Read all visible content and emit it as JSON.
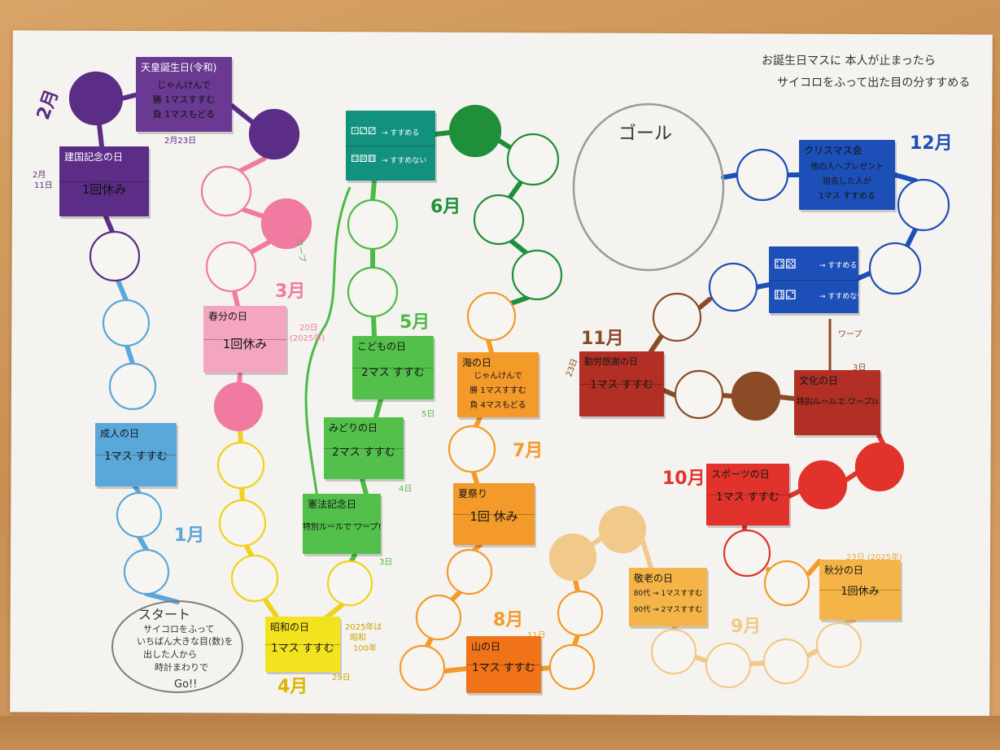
{
  "rule_text": {
    "line1": "お誕生日マスに 本人が止まったら",
    "line2": "サイコロをふって出た目の分すすめる"
  },
  "goal_label": "ゴール",
  "start": {
    "title": "スタート",
    "lines": [
      "サイコロをふって",
      "いちばん大きな目(数)を",
      "出した人から",
      "時計まわりで",
      "Go!!"
    ]
  },
  "months": {
    "jan": "1月",
    "feb": "2月",
    "mar": "3月",
    "apr": "4月",
    "may": "5月",
    "jun": "6月",
    "jul": "7月",
    "aug": "8月",
    "sep": "9月",
    "oct": "10月",
    "nov": "11月",
    "dec": "12月"
  },
  "notes": {
    "feb23": "2月23日",
    "feb11_a": "2月",
    "feb11_b": "11日",
    "mar20_a": "20日",
    "mar20_b": "(2025年)",
    "apr29": "29日",
    "showa_a": "2025年は",
    "showa_b": "昭和",
    "showa_c": "100年",
    "may3": "3日",
    "may4": "4日",
    "may5": "5日",
    "aug11": "11日",
    "sep23": "23日 (2025年)",
    "nov3": "3日",
    "nov23": "23日",
    "warp1": "ワープ",
    "warp2": "ワープ"
  },
  "cards": {
    "tennou": {
      "title": "天皇誕生日(令和)",
      "lines": [
        "じゃんけんで",
        "勝 1マスすすむ",
        "負 1マスもどる"
      ]
    },
    "kenkoku": {
      "title": "建国記念の日",
      "body": "1回休み"
    },
    "seijin": {
      "title": "成人の日",
      "body": "1マス すすむ"
    },
    "shunbun": {
      "title": "春分の日",
      "body": "1回休み"
    },
    "showa": {
      "title": "昭和の日",
      "body": "1マス すすむ"
    },
    "kenpo": {
      "title": "憲法記念日",
      "body": "特別ルールで ワープ!!"
    },
    "midori": {
      "title": "みどりの日",
      "body": "2マス すすむ"
    },
    "kodomo": {
      "title": "こどもの日",
      "body": "2マス すすむ"
    },
    "dice6": {
      "row1": "→ すすめる",
      "row2": "→ すすめない"
    },
    "umi": {
      "title": "海の日",
      "lines": [
        "じゃんけんで",
        "勝 1マスすすむ",
        "負 4マスもどる"
      ]
    },
    "natsu": {
      "title": "夏祭り",
      "body": "1回 休み"
    },
    "yama": {
      "title": "山の日",
      "body": "1マス すすむ"
    },
    "keirou": {
      "title": "敬老の日",
      "lines": [
        "80代 → 1マスすすむ",
        "90代 → 2マスすすむ"
      ]
    },
    "shubun": {
      "title": "秋分の日",
      "body": "1回休み"
    },
    "sports": {
      "title": "スポーツの日",
      "body": "1マス すすむ"
    },
    "kinro": {
      "title": "勤労感謝の日",
      "body": "1マス すすむ"
    },
    "bunka": {
      "title": "文化の日",
      "body": "特別ルールで ワープ!!"
    },
    "dice12": {
      "row1": "→ すすめる",
      "row2": "→ すすめない"
    },
    "xmas": {
      "title": "クリスマス会",
      "lines": [
        "他の人へプレゼント",
        "指名した人が",
        "1マス すすめる"
      ]
    }
  },
  "colors": {
    "purple": "#5b2d86",
    "pink": "#f07aa0",
    "yellow": "#f1d21a",
    "green": "#4dba47",
    "teal": "#13917f",
    "darkgreen": "#1f8f3a",
    "orange": "#f39a2a",
    "lightorange": "#f1c98a",
    "red": "#e1332b",
    "brown": "#8b4b26",
    "blue": "#1c4fb8",
    "skyblue": "#5aa7da"
  }
}
